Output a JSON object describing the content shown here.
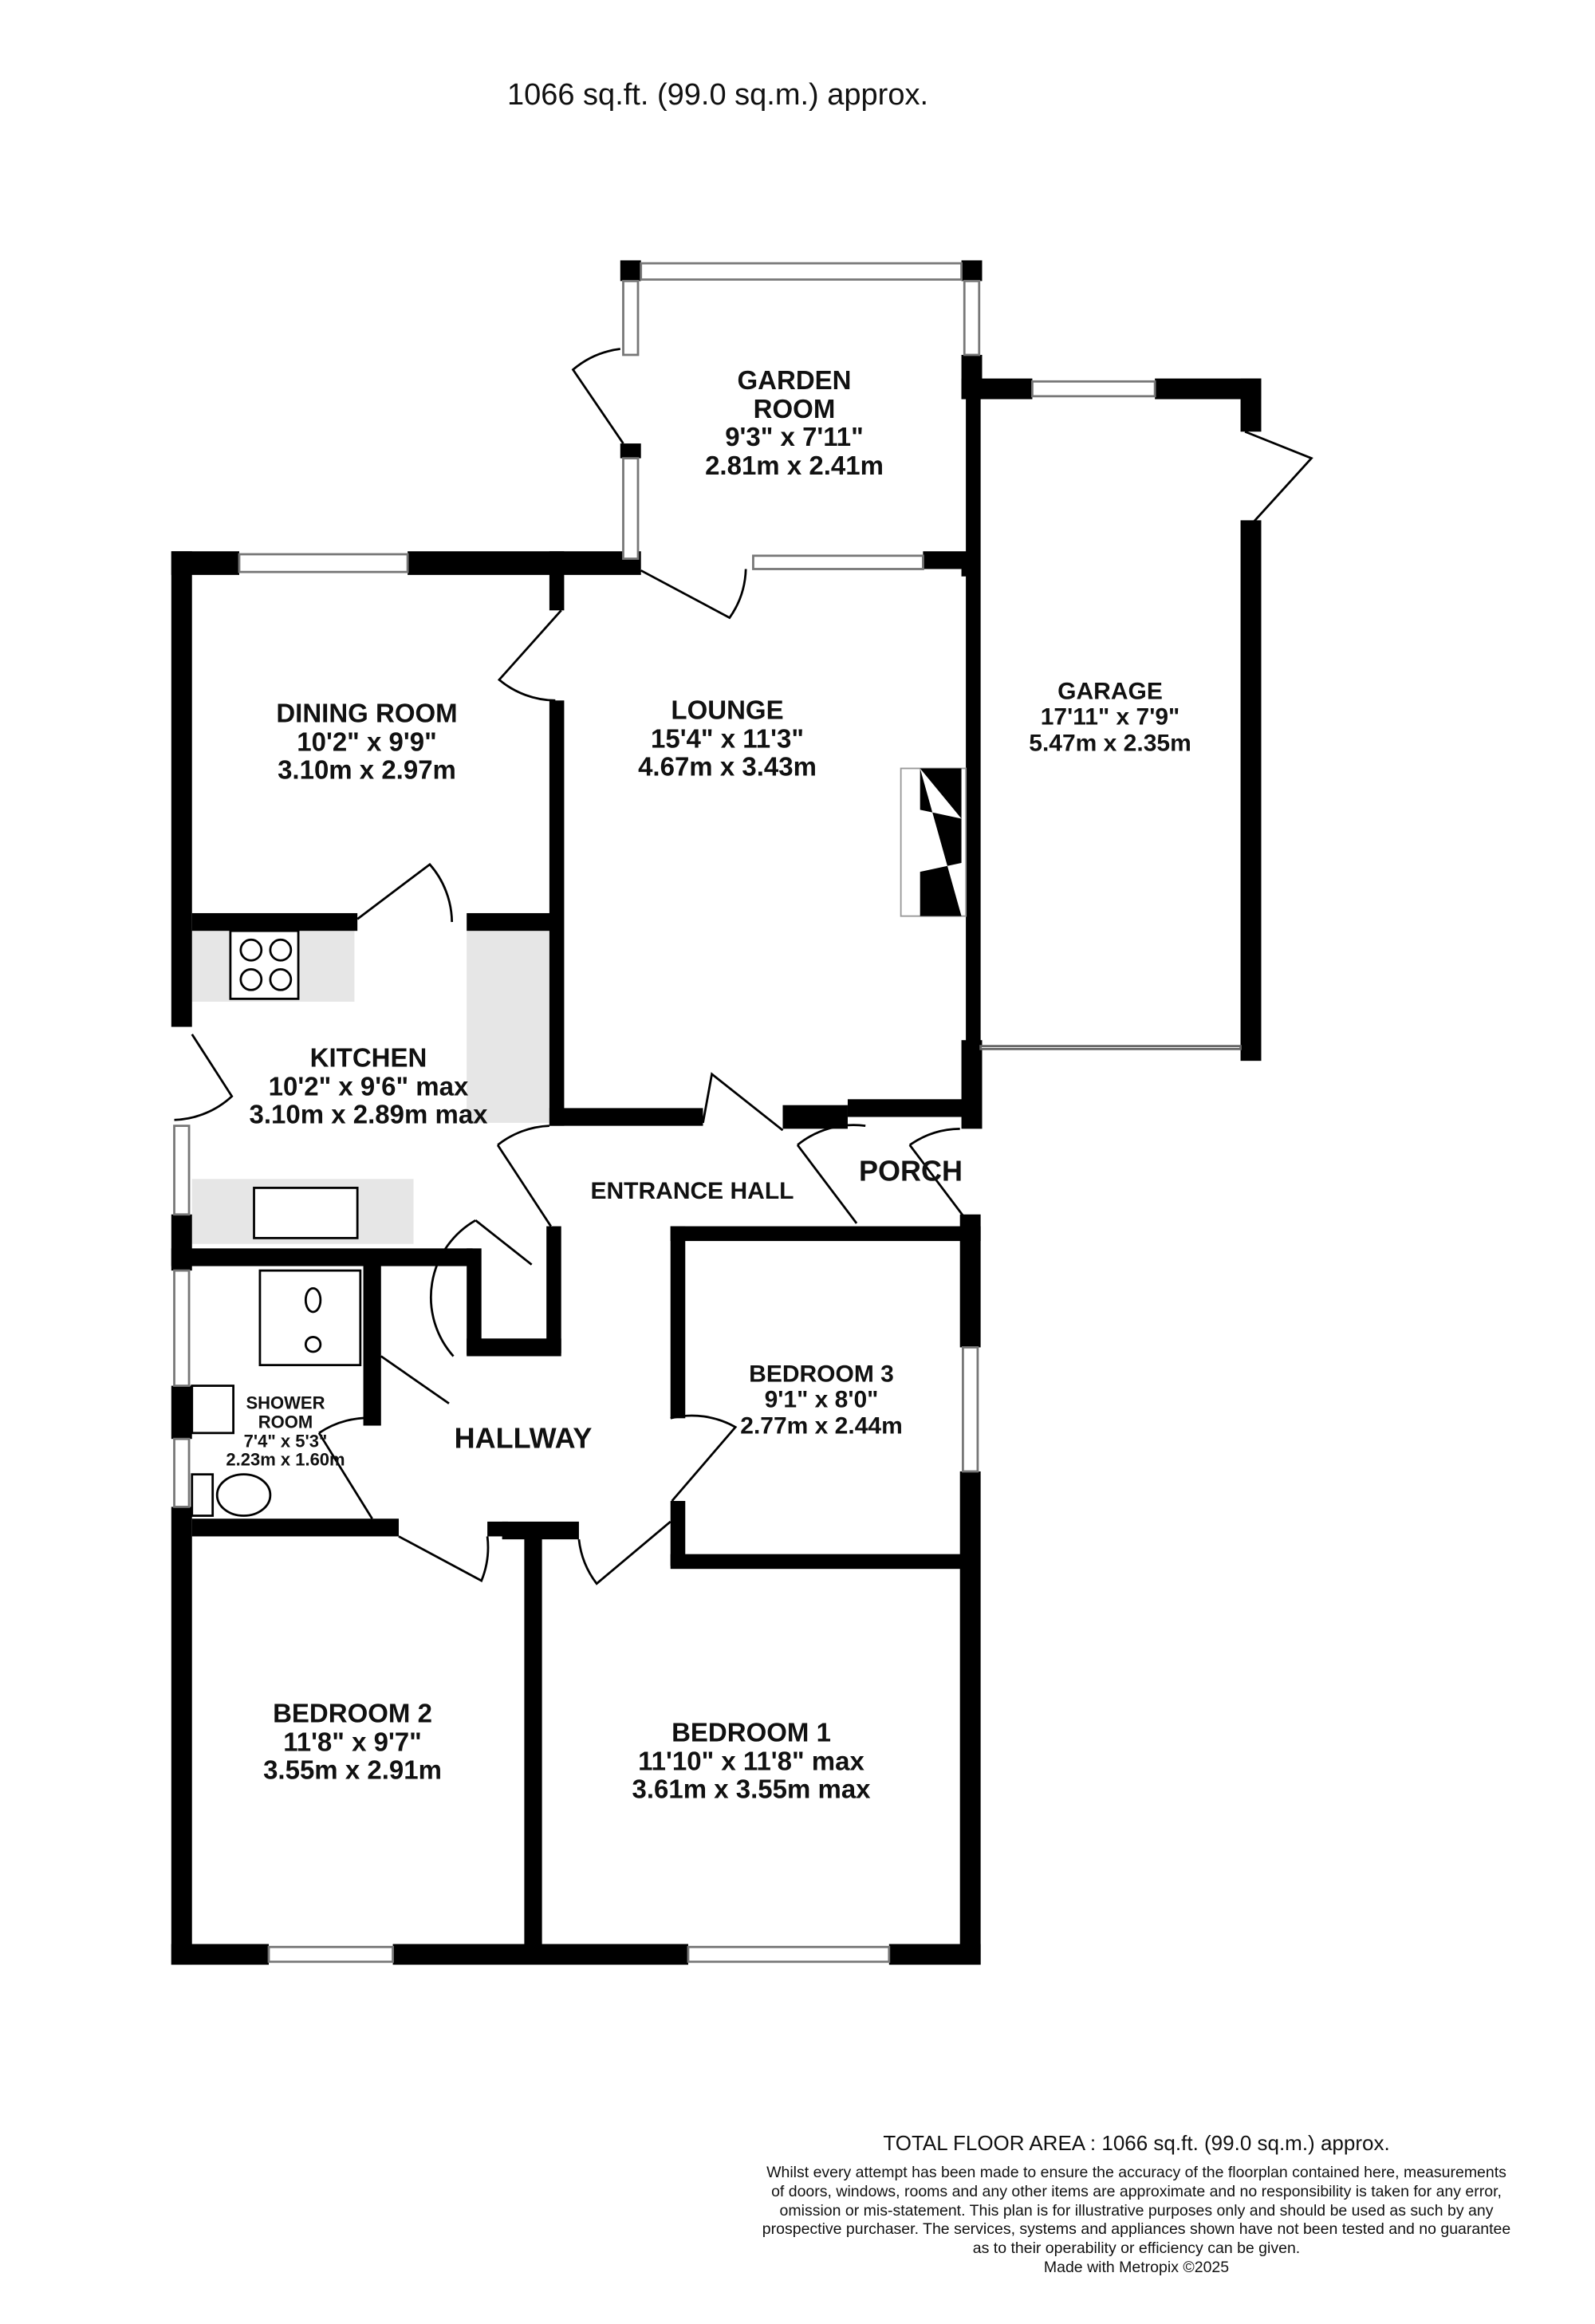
{
  "header": {
    "area_text": "1066 sq.ft. (99.0 sq.m.) approx."
  },
  "colors": {
    "wall": "#000000",
    "worktop": "#e6e6e6",
    "window": "#888888",
    "background": "#ffffff"
  },
  "rooms": {
    "garden_room": {
      "name1": "GARDEN",
      "name2": "ROOM",
      "imperial": "9'3\"  x 7'11\"",
      "metric": "2.81m  x 2.41m"
    },
    "dining_room": {
      "name": "DINING ROOM",
      "imperial": "10'2\"  x 9'9\"",
      "metric": "3.10m  x 2.97m"
    },
    "lounge": {
      "name": "LOUNGE",
      "imperial": "15'4\"  x 11'3\"",
      "metric": "4.67m  x 3.43m"
    },
    "garage": {
      "name": "GARAGE",
      "imperial": "17'11\"  x 7'9\"",
      "metric": "5.47m  x 2.35m"
    },
    "kitchen": {
      "name": "KITCHEN",
      "imperial": "10'2\"  x 9'6\" max",
      "metric": "3.10m  x 2.89m max"
    },
    "entrance_hall": {
      "name": "ENTRANCE HALL"
    },
    "porch": {
      "name": "PORCH"
    },
    "shower_room": {
      "name1": "SHOWER",
      "name2": "ROOM",
      "imperial": "7'4\"  x 5'3\"",
      "metric": "2.23m  x 1.60m"
    },
    "hallway": {
      "name": "HALLWAY"
    },
    "bedroom3": {
      "name": "BEDROOM 3",
      "imperial": "9'1\"  x 8'0\"",
      "metric": "2.77m  x 2.44m"
    },
    "bedroom2": {
      "name": "BEDROOM 2",
      "imperial": "11'8\"  x 9'7\"",
      "metric": "3.55m  x 2.91m"
    },
    "bedroom1": {
      "name": "BEDROOM 1",
      "imperial": "11'10\"  x 11'8\" max",
      "metric": "3.61m  x 3.55m max"
    }
  },
  "footer": {
    "total": "TOTAL FLOOR AREA : 1066 sq.ft. (99.0 sq.m.) approx.",
    "disclaimer_lines": [
      "Whilst every attempt has been made to ensure the accuracy of the floorplan contained here, measurements",
      "of doors, windows, rooms and any other items are approximate and no responsibility is taken for any error,",
      "omission or mis-statement. This plan is for illustrative purposes only and should be used as such by any",
      "prospective purchaser. The services, systems and appliances shown have not been tested and no guarantee",
      "as to their operability or efficiency can be given."
    ],
    "credit": "Made with Metropix ©2025"
  }
}
